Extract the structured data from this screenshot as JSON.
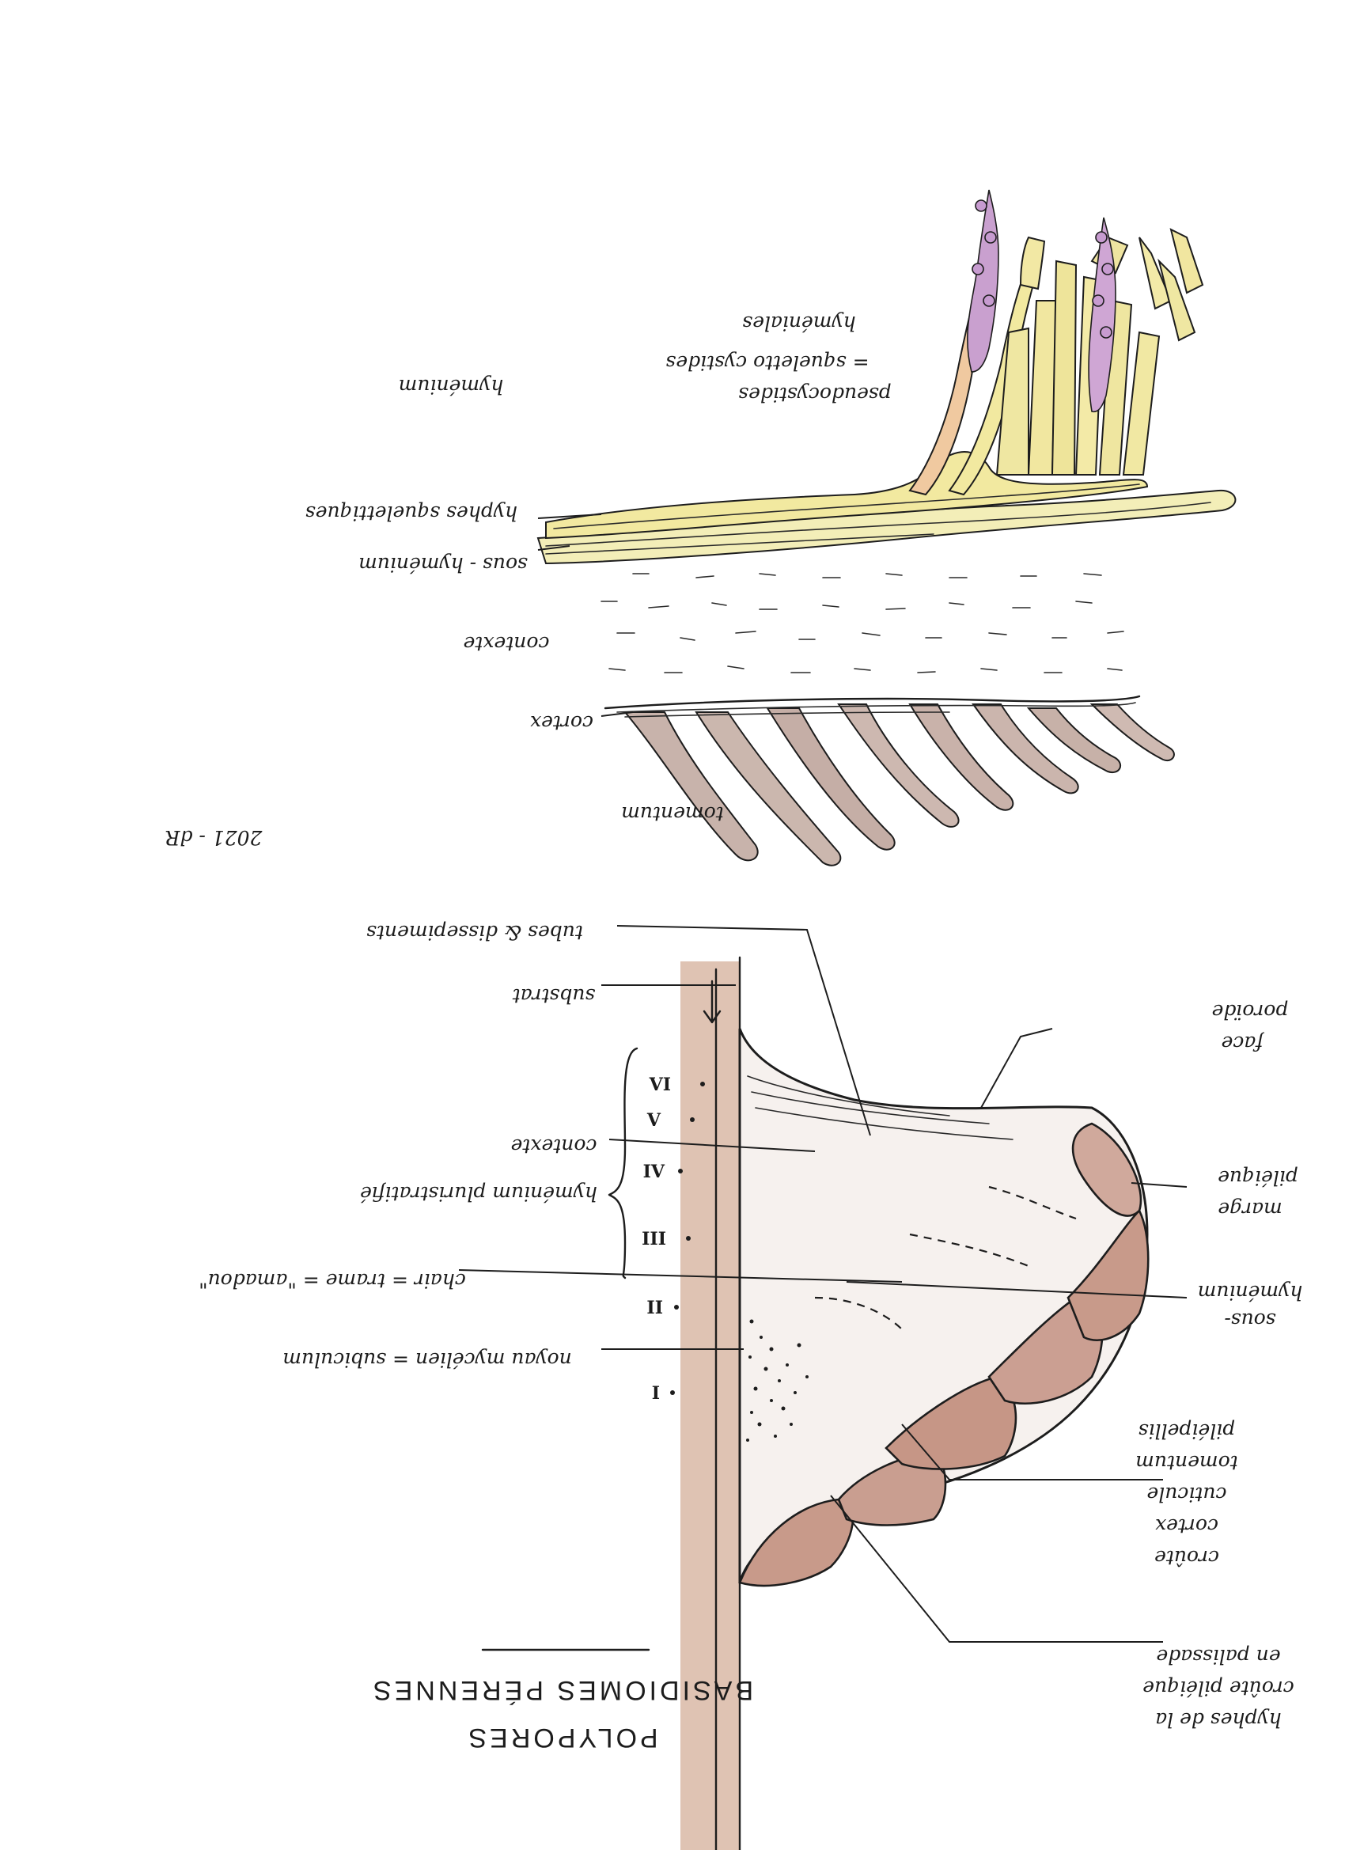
{
  "title": {
    "line1": "POLYPORES",
    "line2": "BASIDIOMES PÉRENNES"
  },
  "signature": "2021 - dR",
  "upper_labels": {
    "hymenium": "hyménium",
    "pseudocystides_1": "pseudocystides",
    "pseudocystides_2": "= squeletto cystides",
    "pseudocystides_3": "hyméniales",
    "hyphes_squelettiques": "hyphes squelettiques",
    "sous_hymenium": "sous - hyménium",
    "contexte": "contexte",
    "cortex": "cortex",
    "tomentum": "tomentum"
  },
  "lower_labels": {
    "tubes": "tubes & dissepiments",
    "substrat": "substrat",
    "face_poroide_1": "face",
    "face_poroide_2": "poroïde",
    "contexte": "contexte",
    "hymenium_pluri_1": "hyménium pluristratifié",
    "marge_1": "marge",
    "marge_2": "piléique",
    "chair": "chair = trame = \"amadou\"",
    "sous_hym_1": "sous-",
    "sous_hym_2": "hyménium",
    "noyau": "noyau mycélien = subiculum",
    "croute_list": [
      "croûte",
      "cortex",
      "cuticule",
      "tomentum",
      "piléipellis"
    ],
    "hyphes_croute": [
      "hyphes de la",
      "croûte piléique",
      "en palissade"
    ]
  },
  "roman_numerals": [
    "VI",
    "V",
    "IV",
    "III",
    "II",
    "I"
  ],
  "colors": {
    "ink": "#1d1d1d",
    "hyphae_yellow": "#efe7a2",
    "skeletal_yellow": "#f2e9a0",
    "spore_purple": "#c9a0cf",
    "crust_brown": "#c89a8a",
    "substrate": "#d9b9a6",
    "tomentum": "#c8b3ab"
  }
}
